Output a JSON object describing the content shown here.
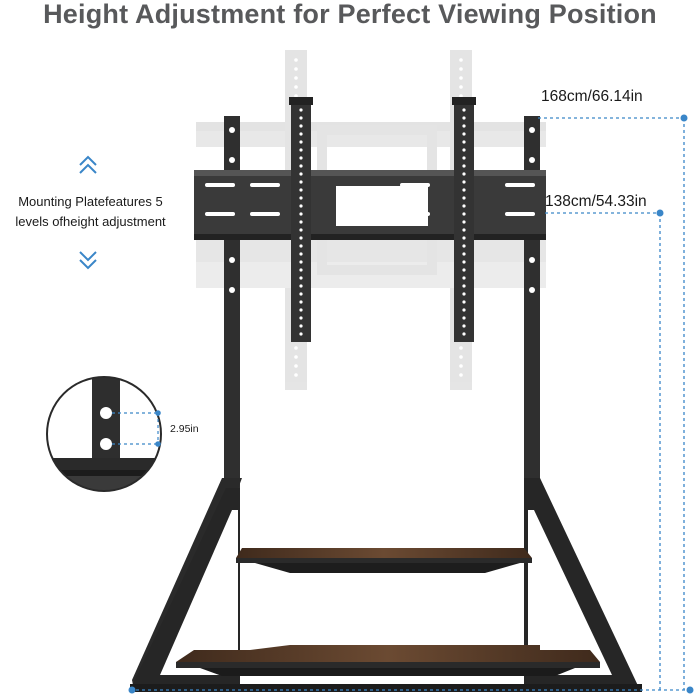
{
  "title": "Height Adjustment for Perfect Viewing Position",
  "feature": {
    "line1": "Mounting Platefeatures 5",
    "line2": "levels ofheight adjustment"
  },
  "dimensions": {
    "max_height": "168cm/66.14in",
    "min_height": "138cm/54.33in",
    "hole_spacing": "2.95in"
  },
  "colors": {
    "accent_blue": "#3a86c8",
    "metal": "#2b2b2b",
    "wood": "#5a3c28",
    "ghost": "#d4d4d4",
    "title": "#58595b"
  },
  "icons": [
    "chevron-up-double-icon",
    "chevron-down-double-icon"
  ]
}
